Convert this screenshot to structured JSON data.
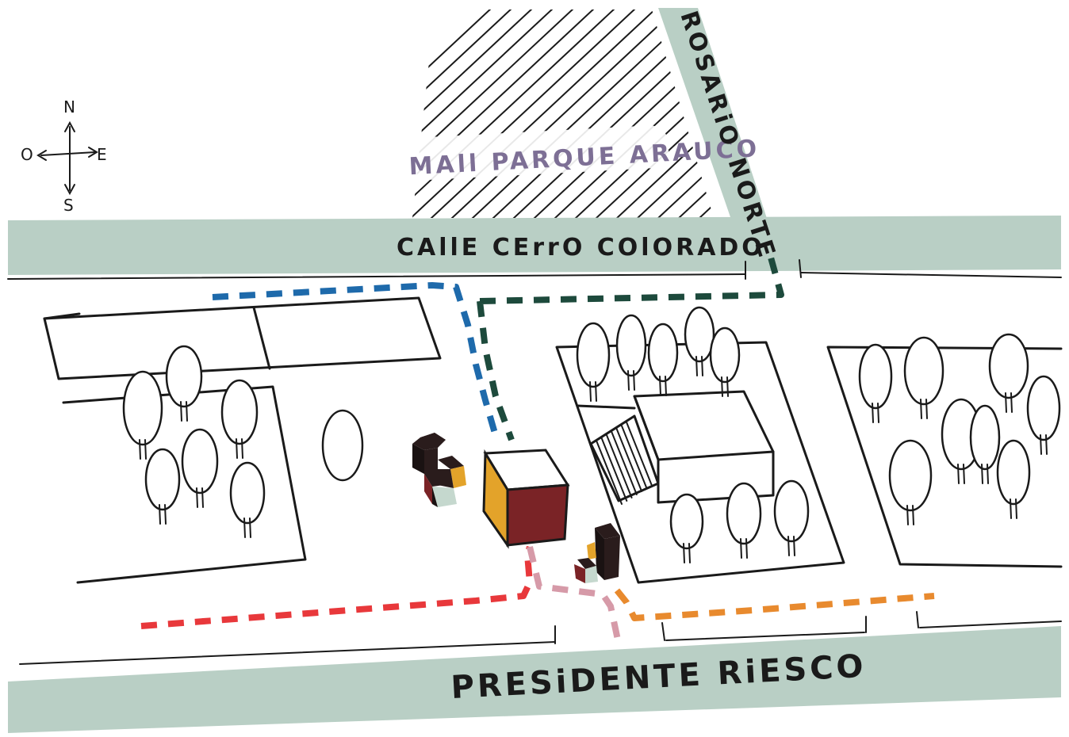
{
  "map": {
    "compass": {
      "north": "N",
      "south": "S",
      "east": "E",
      "west": "O"
    },
    "streets": {
      "top": "CAllE CErrO COlORADO",
      "bottom": "PRESiDENTE RiESCO",
      "diagonal": "ROSARiO NORTE"
    },
    "landmark": "MAll PARQUE ARAUCO",
    "colors": {
      "road": "#b9cfc5",
      "route_blue": "#1e6aab",
      "route_green": "#1d4a3c",
      "route_red": "#e8383b",
      "route_pink": "#d69aa8",
      "route_orange": "#e88a2e",
      "block_dark": "#2a1c1c",
      "block_red": "#7a2326",
      "block_yellow": "#e3a32a",
      "block_mint": "#c5d8ce"
    }
  }
}
